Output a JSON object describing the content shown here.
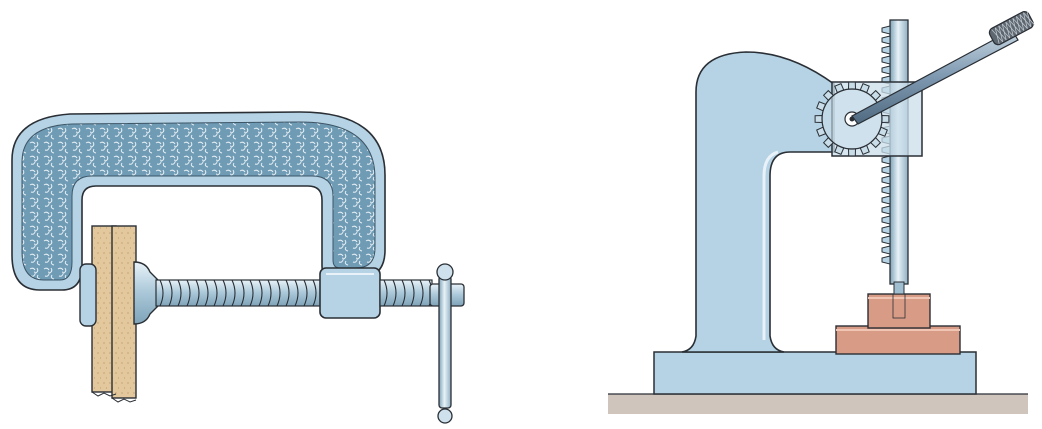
{
  "figure": {
    "panels": [
      {
        "id": "left",
        "subject": "c-clamp",
        "icon": "c-clamp-illustration"
      },
      {
        "id": "right",
        "subject": "arbor-press",
        "icon": "arbor-press-illustration"
      }
    ],
    "colors": {
      "steel_blue": "#b5d3e4",
      "steel_blue_dark": "#8fb6cc",
      "casting_texture": "#6f9bb5",
      "outline": "#2a2f35",
      "wood": "#e2c89c",
      "wood_dark": "#c9aa78",
      "copper": "#d89c86",
      "copper_dark": "#bf7f69",
      "floor": "#cfc5bc",
      "handle": "#7d98b0",
      "handle_grip": "#5e6670"
    }
  }
}
